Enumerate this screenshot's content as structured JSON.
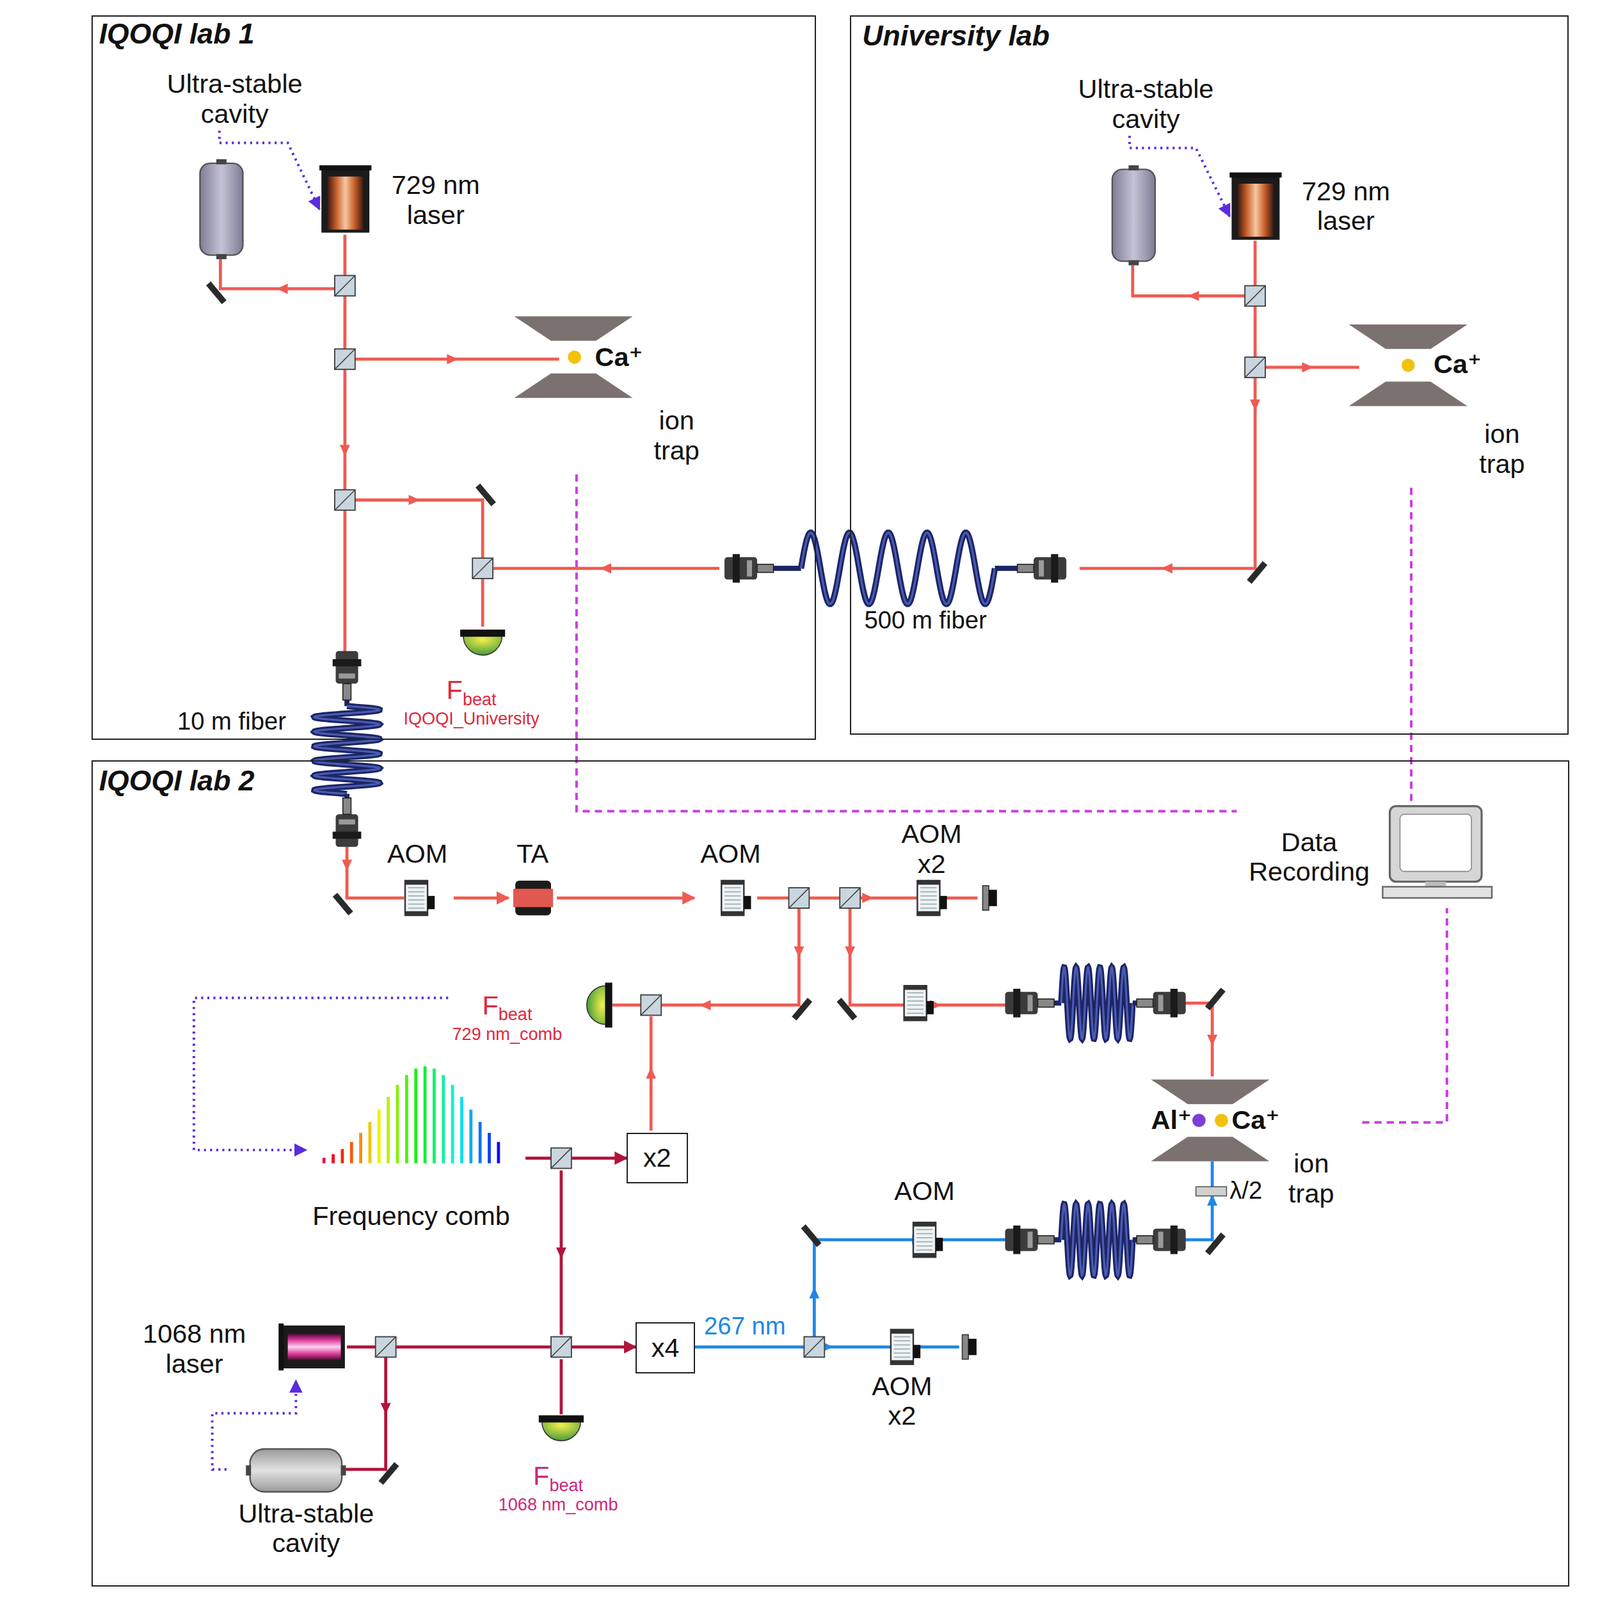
{
  "diagram": {
    "nodes": [
      {
        "text": [
          "IQOQI lab 1"
        ]
      },
      {
        "text": [
          "University lab"
        ]
      },
      {
        "text": [
          "IQOQI lab 2"
        ]
      },
      {
        "text": [
          "Ultra-stable cavity"
        ],
        "in": 0
      },
      {
        "text": [
          "729 nm laser"
        ],
        "in": 0
      },
      {
        "text": [
          "Ca⁺",
          "ion trap"
        ],
        "in": 0
      },
      {
        "text": [
          "F",
          "beat",
          "IQOQI_University"
        ],
        "in": 0
      },
      {
        "text": [
          "Ultra-stable cavity"
        ],
        "in": 1
      },
      {
        "text": [
          "729 nm laser"
        ],
        "in": 1
      },
      {
        "text": [
          "Ca⁺",
          "ion trap"
        ],
        "in": 1
      },
      {
        "text": [
          "AOM"
        ],
        "in": 2
      },
      {
        "text": [
          "TA"
        ],
        "in": 2
      },
      {
        "text": [
          "AOM"
        ],
        "in": 2
      },
      {
        "text": [
          "AOM x2"
        ],
        "in": 2
      },
      {
        "text": [
          "F",
          "beat",
          "729 nm_comb"
        ],
        "in": 2
      },
      {
        "text": [
          "Frequency comb"
        ],
        "in": 2
      },
      {
        "text": [
          "x2"
        ],
        "in": 2
      },
      {
        "text": [
          "1068 nm laser"
        ],
        "in": 2
      },
      {
        "text": [
          "Ultra-stable cavity"
        ],
        "in": 2
      },
      {
        "text": [
          "F",
          "beat",
          "1068 nm_comb"
        ],
        "in": 2
      },
      {
        "text": [
          "x4"
        ],
        "in": 2
      },
      {
        "text": [
          "AOM"
        ],
        "in": 2
      },
      {
        "text": [
          "AOM x2"
        ],
        "in": 2
      },
      {
        "text": [
          "Al⁺",
          "Ca⁺",
          "ion trap"
        ],
        "in": 2
      },
      {
        "text": [
          "Data Recording"
        ],
        "in": 2
      }
    ],
    "edges": [
      {
        "from": 3,
        "to": 4,
        "arrow": "to"
      },
      {
        "from": 7,
        "to": 8,
        "arrow": "to"
      },
      {
        "from": 18,
        "to": 17,
        "arrow": "to"
      },
      {
        "from": 14,
        "to": 15,
        "arrow": "to"
      },
      {
        "from": 5,
        "to": 24,
        "arrow": "none"
      },
      {
        "from": 9,
        "to": 24,
        "arrow": "none"
      },
      {
        "from": 23,
        "to": 24,
        "arrow": "none"
      },
      {
        "from": 10,
        "to": 11,
        "arrow": "to"
      },
      {
        "from": 11,
        "to": 12,
        "arrow": "to"
      },
      {
        "from": 15,
        "to": 16,
        "arrow": "to"
      },
      {
        "from": 17,
        "to": 20,
        "arrow": "to"
      }
    ],
    "labels": [
      "10 m fiber",
      "500 m fiber",
      "267 nm",
      "λ/2"
    ]
  }
}
